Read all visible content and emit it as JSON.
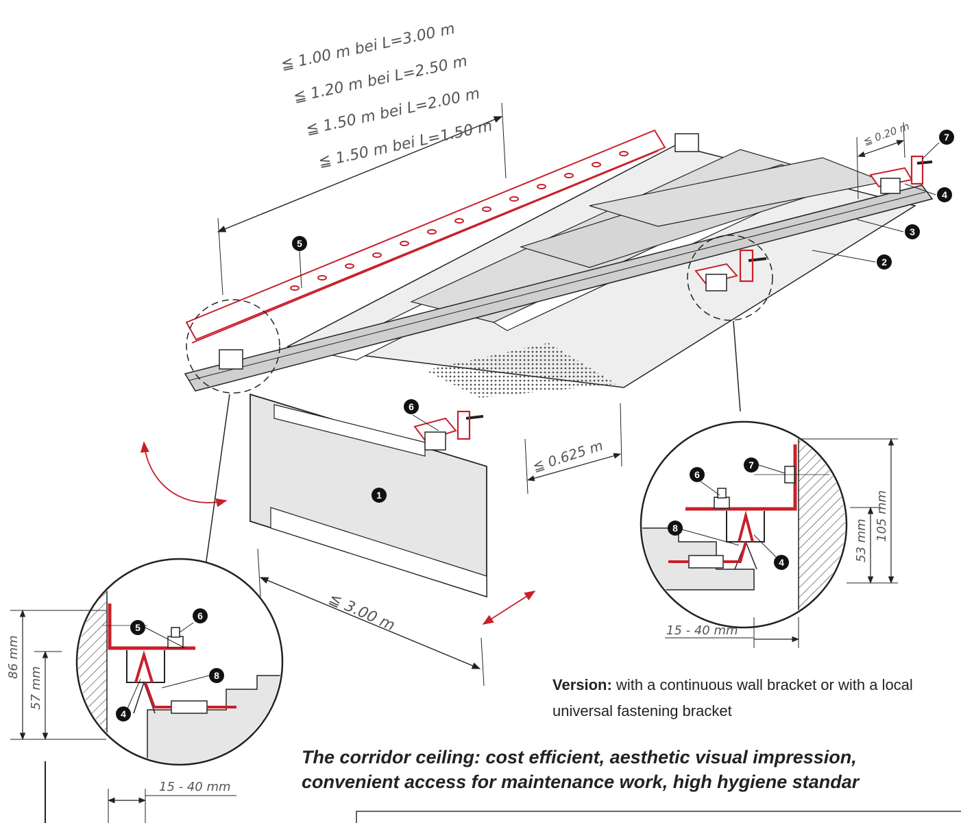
{
  "spacing_labels": [
    "≦ 1.00 m bei L=3.00 m",
    "≦ 1.20 m bei L=2.50 m",
    "≦ 1.50 m bei L=2.00 m",
    "≦ 1.50 m bei L=1.50 m"
  ],
  "dimensions": {
    "wall_offset": "≦ 0.20 m",
    "panel_width": "≦ 0.625 m",
    "panel_length": "≦ 3.00 m",
    "right_height_total": "105 mm",
    "right_height_lower": "53 mm",
    "right_gap": "15 - 40 mm",
    "left_height_total": "86 mm",
    "left_height_lower": "57 mm",
    "left_gap": "15 - 40 mm"
  },
  "callouts": {
    "n1": "1",
    "n2": "2",
    "n3": "3",
    "n4": "4",
    "n5": "5",
    "n6": "6",
    "n7": "7",
    "n8": "8"
  },
  "version_text": {
    "label": "Version:",
    "body": " with a continuous wall bracket or with a local universal fastening bracket"
  },
  "tagline": {
    "line1": "The corridor ceiling: cost efficient, aesthetic visual impression,",
    "line2": "convenient access for maintenance work, high hygiene standar"
  },
  "colors": {
    "accent_red": "#c8202a",
    "line": "#222222",
    "panel_fill": "#e6e6e6",
    "rail_fill": "#cfcfcf"
  }
}
